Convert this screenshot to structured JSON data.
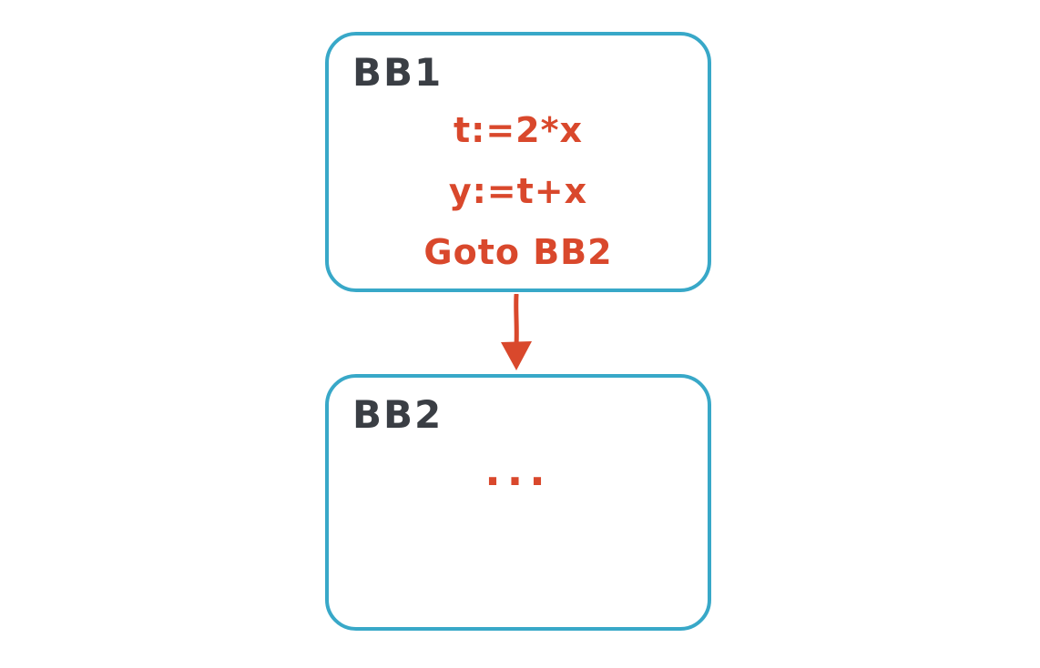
{
  "diagram": {
    "title": "basic-blocks-control-flow",
    "colors": {
      "background": "#ffffff",
      "block_border": "#38a8c8",
      "block_label": "#3a3e44",
      "code_text": "#d9482c",
      "arrow": "#d9482c"
    },
    "blocks": [
      {
        "id": "bb1",
        "label": "BB1",
        "lines": [
          "t:=2*x",
          "y:=t+x",
          "Goto BB2"
        ]
      },
      {
        "id": "bb2",
        "label": "BB2",
        "lines": [
          "..."
        ]
      }
    ],
    "edges": [
      {
        "from": "bb1",
        "to": "bb2",
        "direction": "down"
      }
    ]
  }
}
